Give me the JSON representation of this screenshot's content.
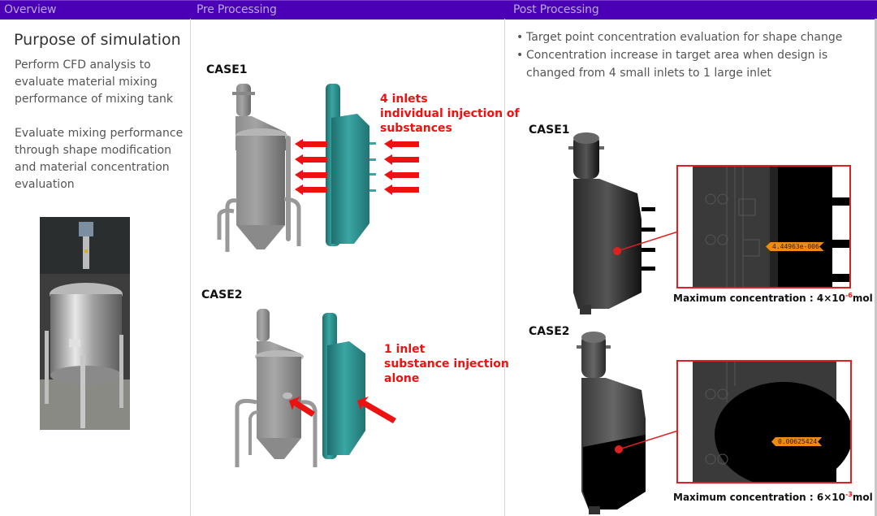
{
  "header": {
    "overview": "Overview",
    "pre_processing": "Pre Processing",
    "post_processing": "Post Processing",
    "background_color": "#4b00b8"
  },
  "overview": {
    "title": "Purpose of simulation",
    "paragraphs": [
      "Perform CFD analysis to evaluate material mixing performance of mixing tank",
      "Evaluate mixing performance through shape modification and material concentration evaluation"
    ],
    "photo": "mixing-tank-photo"
  },
  "pre_processing": {
    "case1": {
      "label": "CASE1",
      "note_lines": [
        "4 inlets",
        "individual injection of",
        "substances"
      ]
    },
    "case2": {
      "label": "CASE2",
      "note_lines": [
        "1 inlet",
        "substance injection",
        "alone"
      ]
    },
    "accent_color": "#ee1111",
    "mesh_color": "#2a8a88"
  },
  "post_processing": {
    "bullets": [
      "Target point concentration evaluation for shape change",
      "Concentration increase in target area when design is changed from 4 small inlets to 1 large inlet"
    ],
    "case1": {
      "label": "CASE1",
      "probe_value": "4.44963e-006",
      "max_prefix": "Maximum concentration : 4×10",
      "max_exp": "-6",
      "max_unit": "mol"
    },
    "case2": {
      "label": "CASE2",
      "probe_value": "0.00625424",
      "max_prefix": "Maximum concentration : 6×10",
      "max_exp": "-3",
      "max_unit": "mol"
    }
  }
}
